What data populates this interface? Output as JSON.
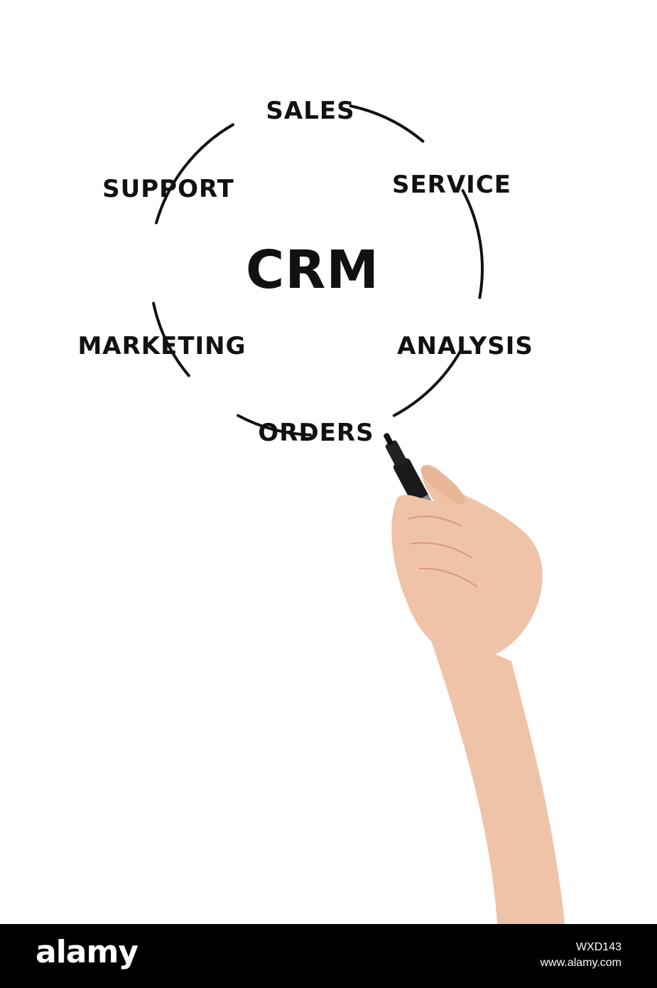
{
  "diagram": {
    "center": "CRM",
    "nodes": [
      {
        "id": "sales",
        "label": "SALES"
      },
      {
        "id": "service",
        "label": "SERVICE"
      },
      {
        "id": "analysis",
        "label": "ANALYSIS"
      },
      {
        "id": "orders",
        "label": "ORDERS"
      },
      {
        "id": "marketing",
        "label": "MARKETING"
      },
      {
        "id": "support",
        "label": "SUPPORT"
      }
    ]
  },
  "footer": {
    "brand": "alamy",
    "image_id": "WXD143",
    "site": "www.alamy.com"
  },
  "colors": {
    "ink": "#111111",
    "footer_bg": "#000000",
    "footer_text": "#ffffff",
    "skin": "#efc3a8"
  }
}
